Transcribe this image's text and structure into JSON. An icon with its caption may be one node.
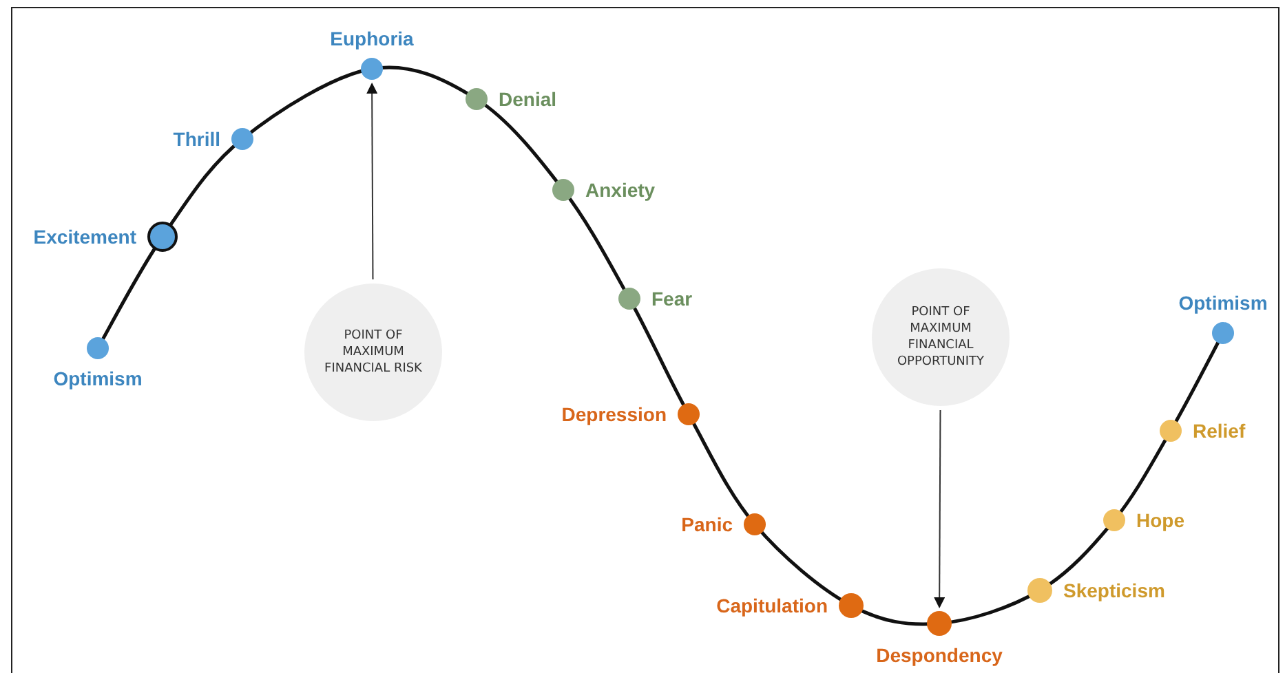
{
  "diagram": {
    "nodes": [
      {
        "text": [
          "Optimism"
        ]
      },
      {
        "text": [
          "Excitement"
        ]
      },
      {
        "text": [
          "Thrill"
        ]
      },
      {
        "text": [
          "Euphoria"
        ]
      },
      {
        "text": [
          "Denial"
        ]
      },
      {
        "text": [
          "Anxiety"
        ]
      },
      {
        "text": [
          "Fear"
        ]
      },
      {
        "text": [
          "Depression"
        ]
      },
      {
        "text": [
          "Panic"
        ]
      },
      {
        "text": [
          "Capitulation"
        ]
      },
      {
        "text": [
          "Despondency"
        ]
      },
      {
        "text": [
          "Skepticism"
        ]
      },
      {
        "text": [
          "Hope"
        ]
      },
      {
        "text": [
          "Relief"
        ]
      },
      {
        "text": [
          "Optimism"
        ]
      },
      {
        "text": [
          "POINT OF MAXIMUM FINANCIAL RISK"
        ]
      },
      {
        "text": [
          "POINT OF MAXIMUM FINANCIAL OPPORTUNITY"
        ]
      }
    ],
    "edges": [
      {
        "from": 15,
        "to": 3,
        "arrow": "to"
      },
      {
        "from": 16,
        "to": 10,
        "arrow": "to"
      }
    ]
  }
}
